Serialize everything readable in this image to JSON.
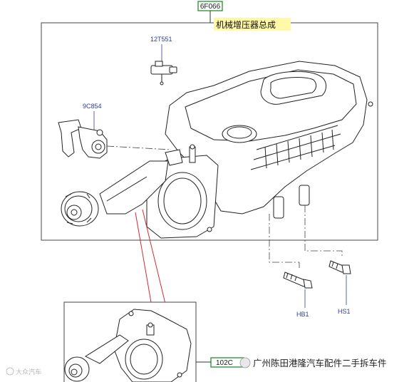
{
  "assembly_code": "6F066",
  "assembly_title": "机械增压器总成",
  "parts": [
    {
      "code": "12T551"
    },
    {
      "code": "9C854"
    },
    {
      "code": "HB1"
    },
    {
      "code": "HS1"
    }
  ],
  "detail_code": "102C",
  "footer_text": "广州陈田港隆汽车配件二手拆车件",
  "watermark_text": "大众汽车",
  "colors": {
    "code_box_border": "#2e9b3c",
    "title_highlight": "#fff9a8",
    "label_blue": "#2b3f9a",
    "leader_red": "#d62a2a",
    "line_dark": "#333333"
  }
}
